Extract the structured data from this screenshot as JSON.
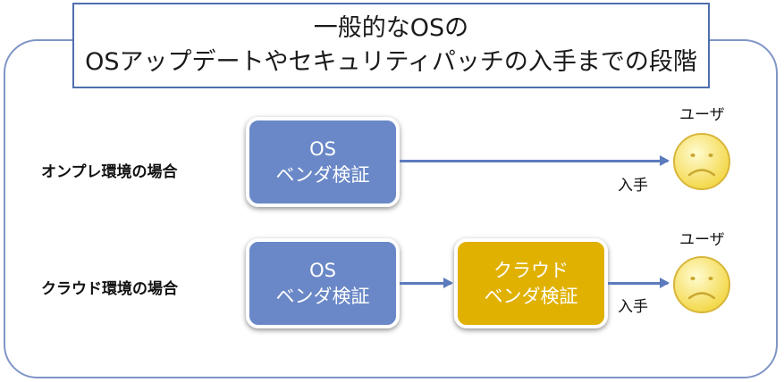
{
  "title": {
    "line1": "一般的なOSの",
    "line2": "OSアップデートやセキュリティパッチの入手までの段階"
  },
  "rows": [
    {
      "label": "オンプレ環境の場合",
      "boxes": [
        {
          "line1": "OS",
          "line2": "ベンダ検証",
          "color": "#6a88c7"
        }
      ],
      "arrow_label": "入手",
      "user_label": "ユーザ",
      "user_icon": "sad-face-icon"
    },
    {
      "label": "クラウド環境の場合",
      "boxes": [
        {
          "line1": "OS",
          "line2": "ベンダ検証",
          "color": "#6a88c7"
        },
        {
          "line1": "クラウド",
          "line2": "ベンダ検証",
          "color": "#e0b100"
        }
      ],
      "arrow_label": "入手",
      "user_label": "ユーザ",
      "user_icon": "sad-face-icon"
    }
  ],
  "colors": {
    "frame": "#7f95c6",
    "arrow": "#5b7bbd",
    "face": "#fbe97a"
  }
}
